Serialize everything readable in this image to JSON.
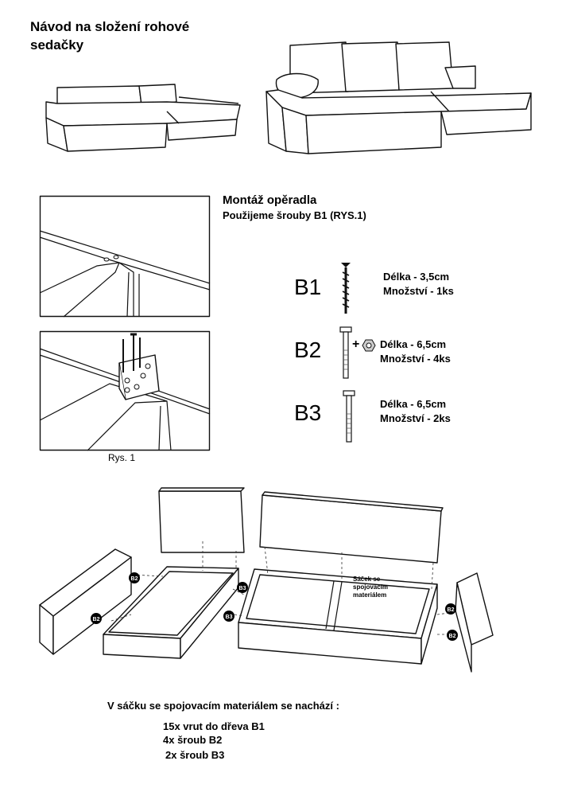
{
  "document": {
    "title_line1": "Návod na složení rohové",
    "title_line2": "sedačky"
  },
  "assembly": {
    "heading": "Montáž opěradla",
    "subheading": "Použijeme šrouby B1 (RYS.1)",
    "figure_caption": "Rys. 1"
  },
  "fasteners": [
    {
      "code": "B1",
      "length": "Délka - 3,5cm",
      "quantity": "Množství  - 1ks"
    },
    {
      "code": "B2",
      "length": "Délka - 6,5cm",
      "quantity": "Množství - 4ks"
    },
    {
      "code": "B3",
      "length": "Délka - 6,5cm",
      "quantity": "Množství - 2ks"
    }
  ],
  "fastener_plus": "+",
  "diagram_labels": {
    "bag_note_line1": "Sáček se",
    "bag_note_line2": "spojovacím",
    "bag_note_line3": "materiálem",
    "markers": [
      "B2",
      "B2",
      "B3",
      "B3",
      "B2",
      "B2"
    ]
  },
  "bag_contents": {
    "heading": "V sáčku se spojovacím materiálem se nachází :",
    "items": [
      "15x vrut do dřeva B1",
      "4x šroub B2",
      "2x šroub B3"
    ]
  }
}
